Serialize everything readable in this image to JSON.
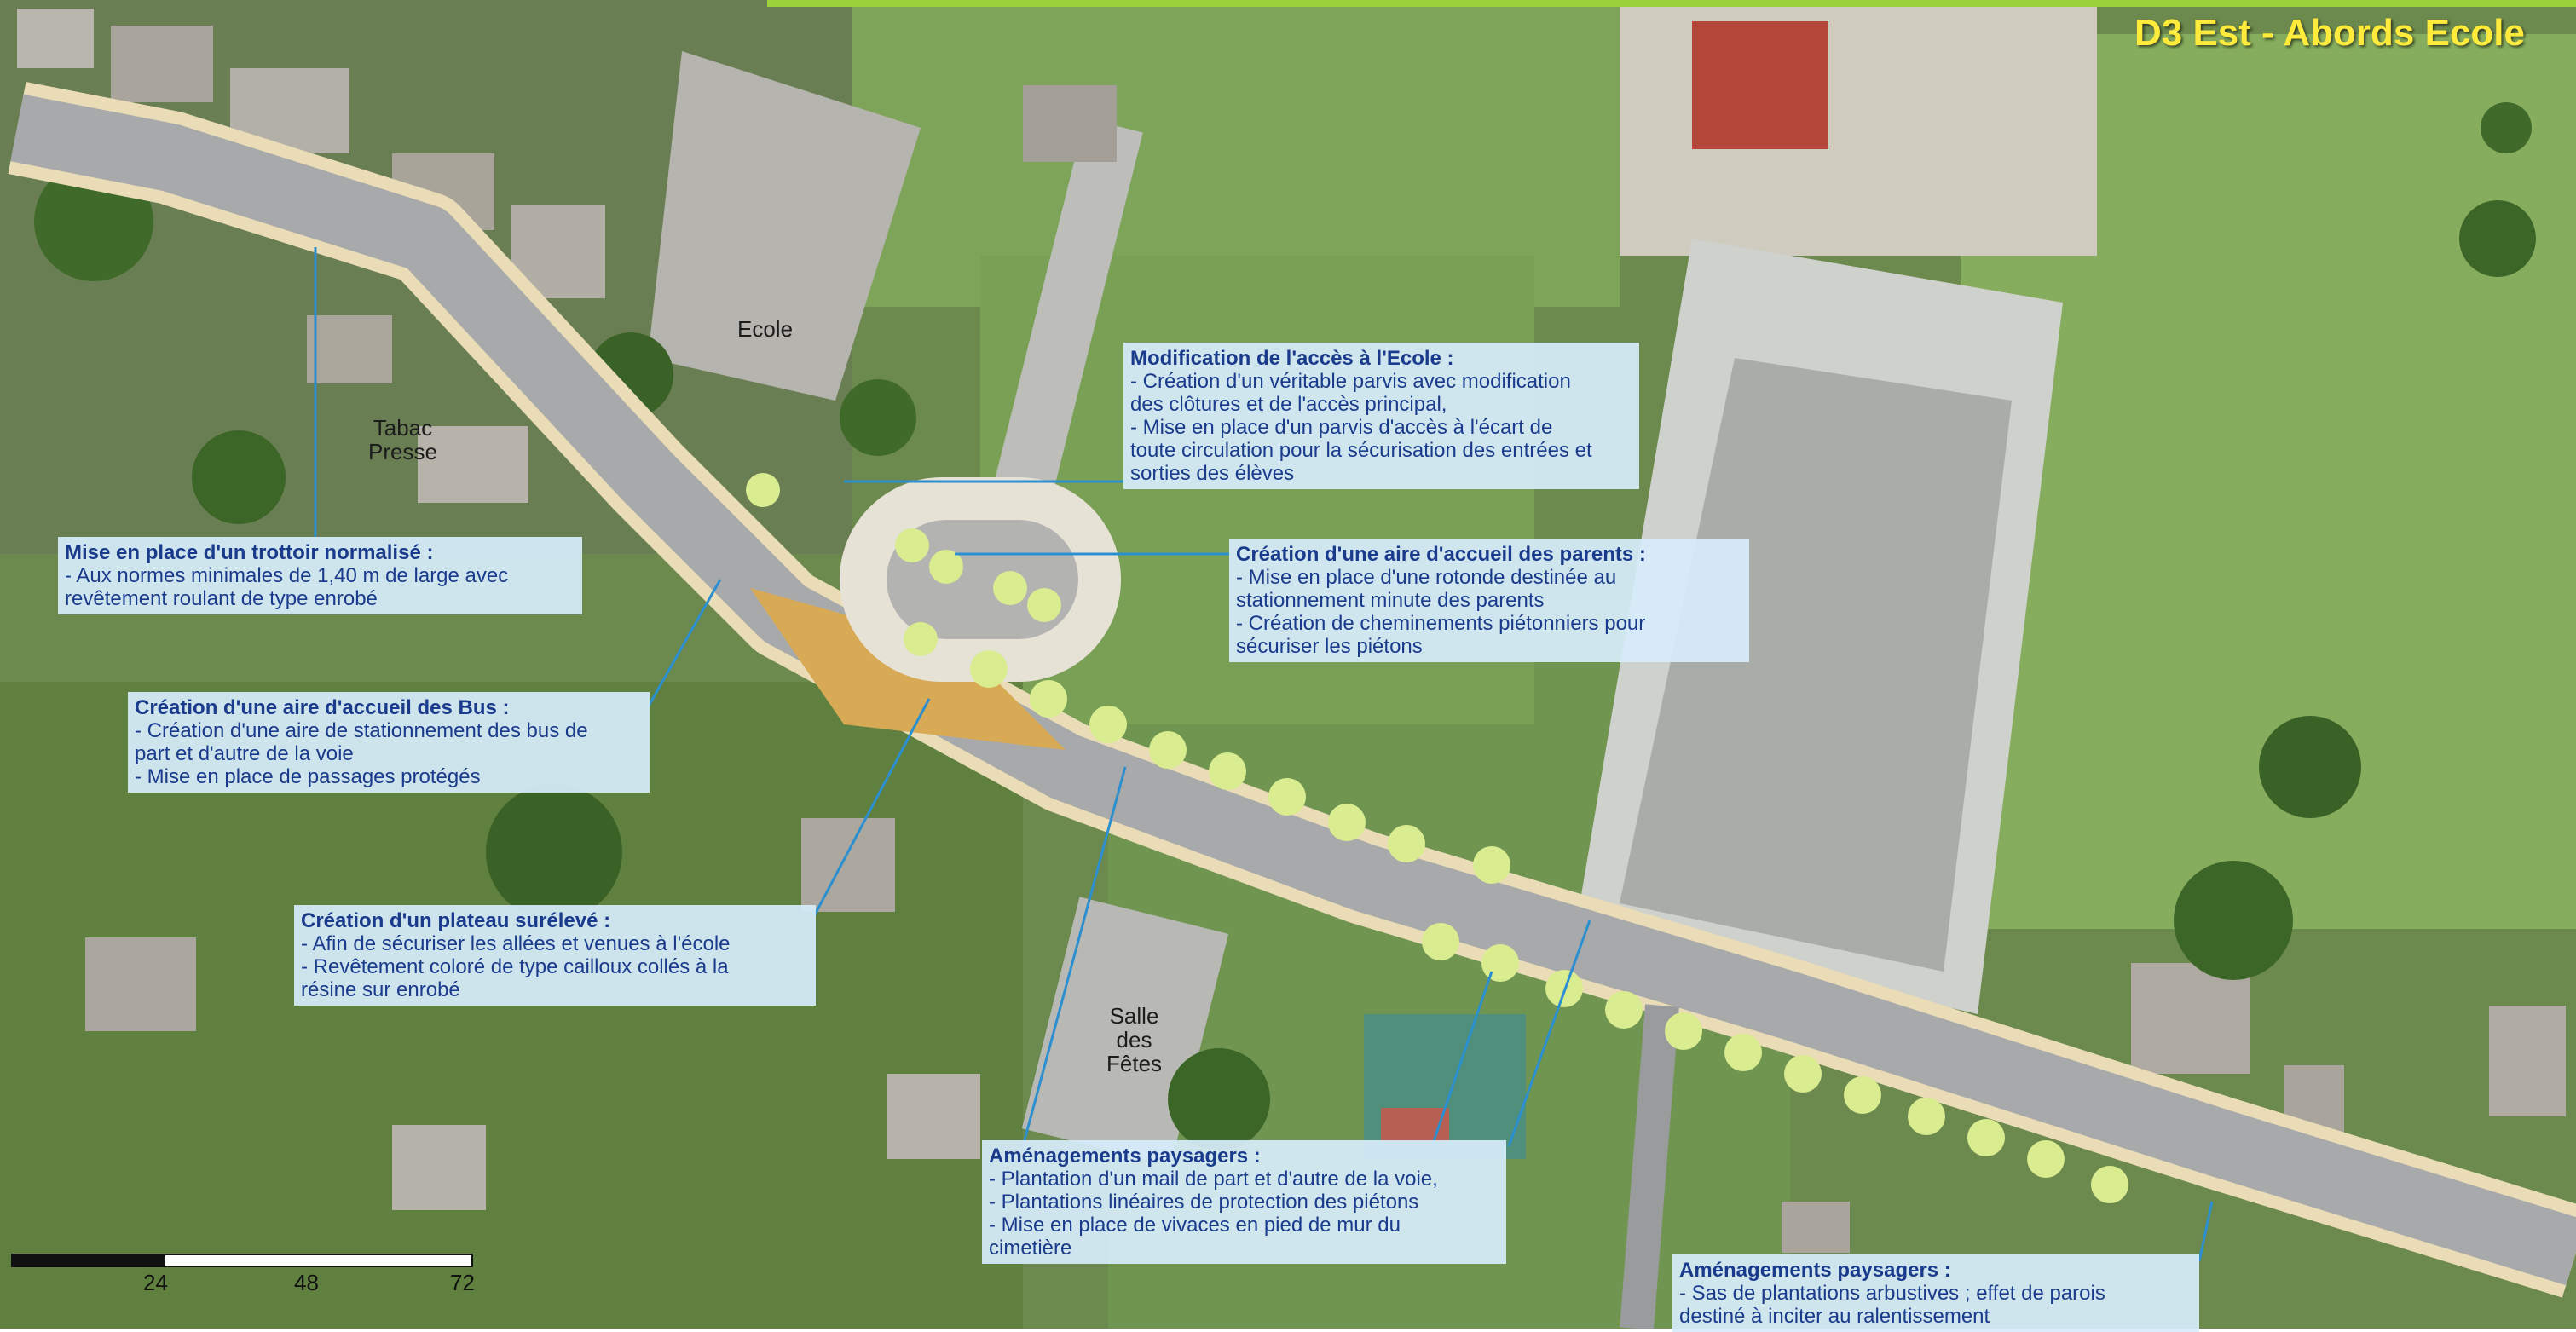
{
  "title": "D3 Est - Abords Ecole",
  "places": {
    "ecole": "Ecole",
    "tabac": "Tabac\nPresse",
    "salle": "Salle\ndes\nFêtes"
  },
  "callouts": {
    "acces_ecole": {
      "title": "Modification de l'accès à l'Ecole :",
      "lines": [
        "- Création d'un véritable parvis avec modification",
        "des clôtures et de l'accès principal,",
        "- Mise en place d'un parvis d'accès à l'écart de",
        "toute circulation pour la sécurisation des entrées et",
        "sorties des élèves"
      ]
    },
    "trottoir": {
      "title": "Mise en place d'un trottoir normalisé :",
      "lines": [
        "- Aux normes minimales de 1,40 m de large avec",
        "revêtement roulant  de type enrobé"
      ]
    },
    "parents": {
      "title": "Création d'une aire d'accueil des parents :",
      "lines": [
        "- Mise en place d'une rotonde destinée au",
        "stationnement minute des parents",
        "- Création de cheminements piétonniers pour",
        "sécuriser les piétons"
      ]
    },
    "bus": {
      "title": "Création d'une aire d'accueil des Bus :",
      "lines": [
        "- Création d'une aire de stationnement des bus de",
        "part et d'autre de la voie",
        "- Mise en place de passages protégés"
      ]
    },
    "plateau": {
      "title": "Création d'un plateau surélevé :",
      "lines": [
        "- Afin de sécuriser les allées et venues à l'école",
        "- Revêtement coloré de type cailloux collés à la",
        "résine sur enrobé"
      ]
    },
    "paysagers1": {
      "title": "Aménagements paysagers :",
      "lines": [
        "- Plantation d'un mail de part et d'autre de la voie,",
        "- Plantations linéaires de protection des piétons",
        "- Mise en place de vivaces en pied de mur du",
        "cimetière"
      ]
    },
    "paysagers2": {
      "title": "Aménagements paysagers :",
      "lines": [
        "- Sas de plantations arbustives ; effet de parois",
        "destiné à inciter au ralentissement"
      ]
    }
  },
  "scale_bar": {
    "labels": [
      "24",
      "48",
      "72"
    ]
  },
  "colors": {
    "title": "#ffeb3b",
    "callout_bg": "#d6ecfa",
    "callout_text": "#1a3a8c",
    "leader_line": "#2b8fd0",
    "road": "#a8a9aa",
    "tree": "#d9ec8f",
    "tree_shadow": "#7b5fa8"
  }
}
